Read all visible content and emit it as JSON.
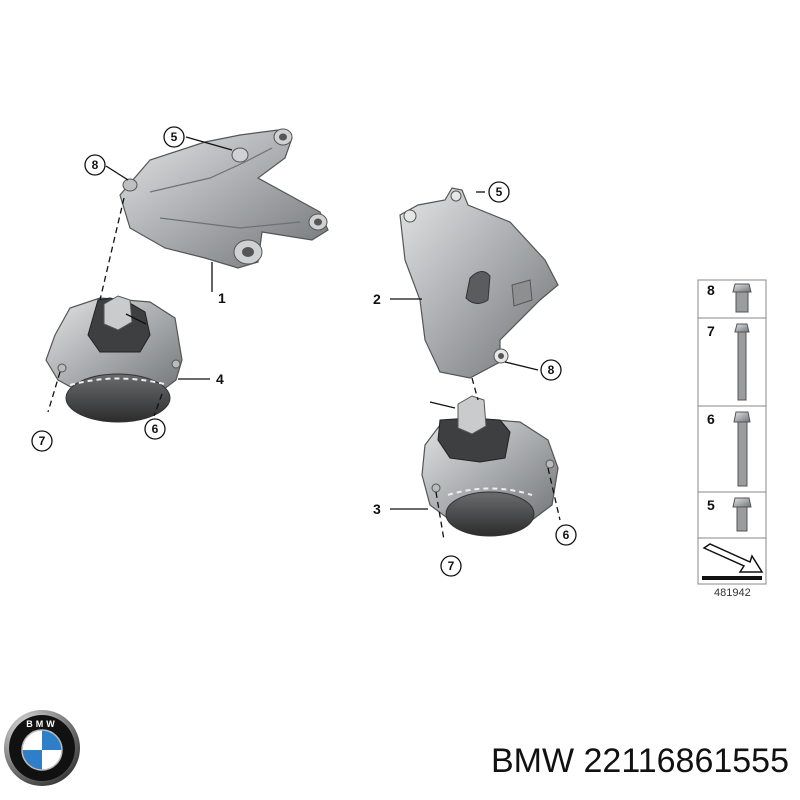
{
  "parts": {
    "p1": "1",
    "p2": "2",
    "p3": "3",
    "p4": "4"
  },
  "callouts": {
    "c5a": "5",
    "c8a": "8",
    "c5b": "5",
    "c8b": "8",
    "c7a": "7",
    "c6a": "6",
    "c7b": "7",
    "c6b": "6"
  },
  "legend": {
    "items": [
      "8",
      "7",
      "6",
      "5"
    ],
    "ref_number": "481942"
  },
  "footer": {
    "part_text": "BMW 22116861555",
    "logo_letters": "BMW"
  },
  "colors": {
    "metal": "#a9acae",
    "metal_dark": "#6f7274",
    "metal_light": "#d6d8d9",
    "rubber": "#3b3b3b",
    "bmw_blue": "#2f7ec8"
  }
}
